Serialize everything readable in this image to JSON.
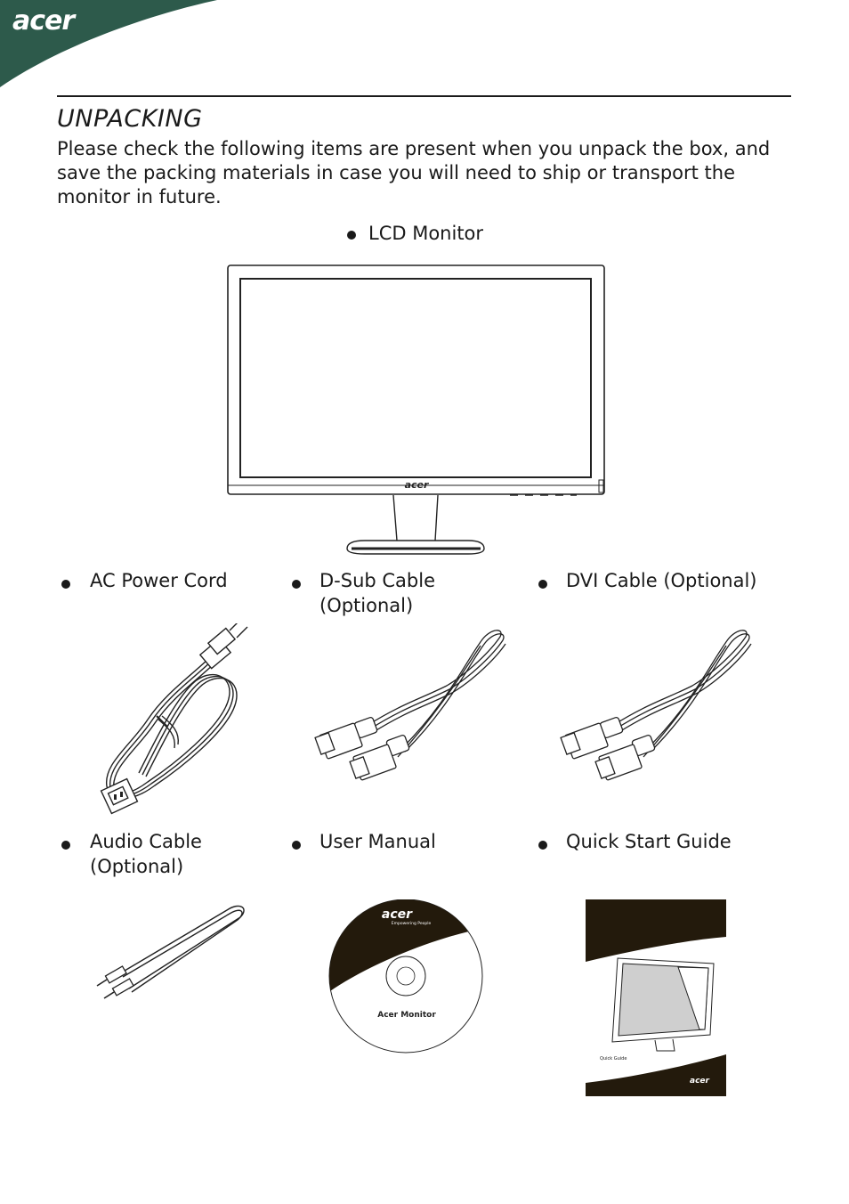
{
  "header": {
    "brand": "acer"
  },
  "section": {
    "title": "UNPACKING",
    "intro": "Please check the following items are present when you unpack the box, and save the packing materials in case you will need to ship or transport the monitor in future."
  },
  "items": {
    "lcd_monitor": "LCD Monitor",
    "ac_power_cord": "AC Power Cord",
    "dsub_line1": "D-Sub Cable",
    "dsub_line2": "(Optional)",
    "dvi_cable": "DVI Cable (Optional)",
    "audio_line1": "Audio Cable",
    "audio_line2": "(Optional)",
    "user_manual": "User Manual",
    "quick_start": "Quick Start Guide"
  },
  "cd_label": {
    "brand": "acer",
    "tagline": "Empowering People",
    "title": "Acer Monitor"
  },
  "guide_cover": {
    "caption": "Quick Guide",
    "brand": "acer"
  },
  "colors": {
    "logo_band": "#2d5a4b",
    "guide_cover": "#231a0c",
    "cd_top": "#231a0c"
  }
}
